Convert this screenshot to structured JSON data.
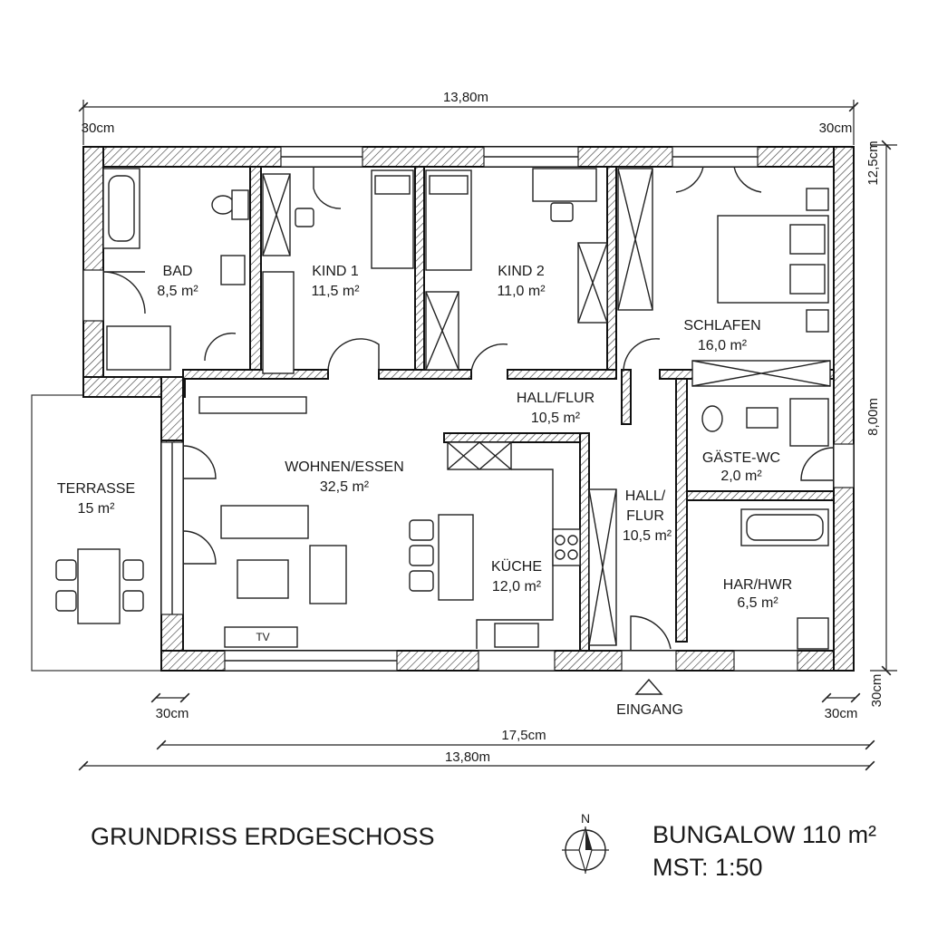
{
  "plan": {
    "title": "GRUNDRISS ERDGESCHOSS",
    "project": "BUNGALOW 110 m²",
    "scale": "MST: 1:50",
    "north": "N",
    "entrance": "EINGANG"
  },
  "rooms": {
    "bad": {
      "name": "BAD",
      "area": "8,5 m²"
    },
    "kind1": {
      "name": "KIND 1",
      "area": "11,5 m²"
    },
    "kind2": {
      "name": "KIND 2",
      "area": "11,0 m²"
    },
    "schlafen": {
      "name": "SCHLAFEN",
      "area": "16,0 m²"
    },
    "hall_upper": {
      "name": "HALL/FLUR",
      "area": "10,5 m²"
    },
    "gaeste_wc": {
      "name": "GÄSTE-WC",
      "area": "2,0 m²"
    },
    "wohnen": {
      "name": "WOHNEN/ESSEN",
      "area": "32,5 m²"
    },
    "terrasse": {
      "name": "TERRASSE",
      "area": "15 m²"
    },
    "hall_lower": {
      "name_1": "HALL/",
      "name_2": "FLUR",
      "area": "10,5 m²"
    },
    "kueche": {
      "name": "KÜCHE",
      "area": "12,0 m²"
    },
    "har_hwr": {
      "name": "HAR/HWR",
      "area": "6,5 m²"
    },
    "tv": "TV"
  },
  "dimensions": {
    "top_total": "13,80m",
    "top_left_wall": "30cm",
    "top_right_wall": "30cm",
    "right_top": "12,5cm",
    "right_middle": "8,00m",
    "right_bottom": "30cm",
    "bottom_left_wall": "30cm",
    "bottom_right_wall": "30cm",
    "bottom_inner": "17,5cm",
    "bottom_total": "13,80m"
  }
}
